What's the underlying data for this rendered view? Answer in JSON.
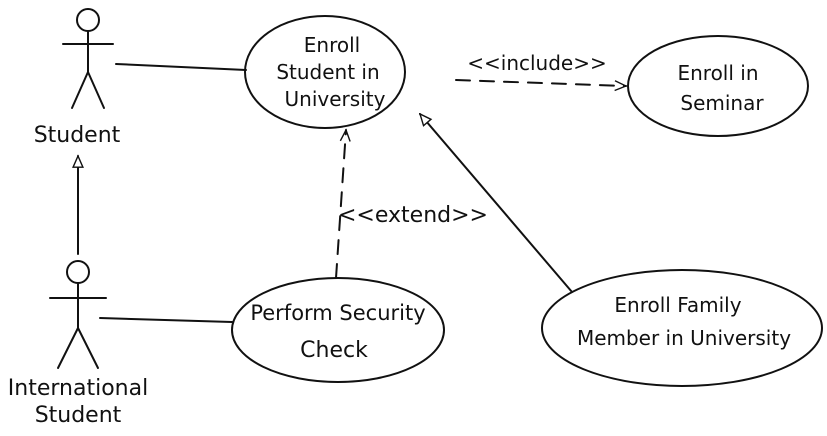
{
  "diagram": {
    "type": "use-case",
    "actors": {
      "student": {
        "lines": [
          "Student"
        ]
      },
      "international_student": {
        "lines": [
          "International",
          "Student"
        ]
      }
    },
    "use_cases": {
      "enroll_student": {
        "lines": [
          "Enroll",
          "Student in",
          "University"
        ]
      },
      "enroll_seminar": {
        "lines": [
          "Enroll in",
          "Seminar"
        ]
      },
      "security_check": {
        "lines": [
          "Perform Security",
          "Check"
        ]
      },
      "enroll_family": {
        "lines": [
          "Enroll Family",
          "Member in University"
        ]
      }
    },
    "relationships": {
      "include_label": "<<include>>",
      "extend_label": "<<extend>>"
    }
  }
}
